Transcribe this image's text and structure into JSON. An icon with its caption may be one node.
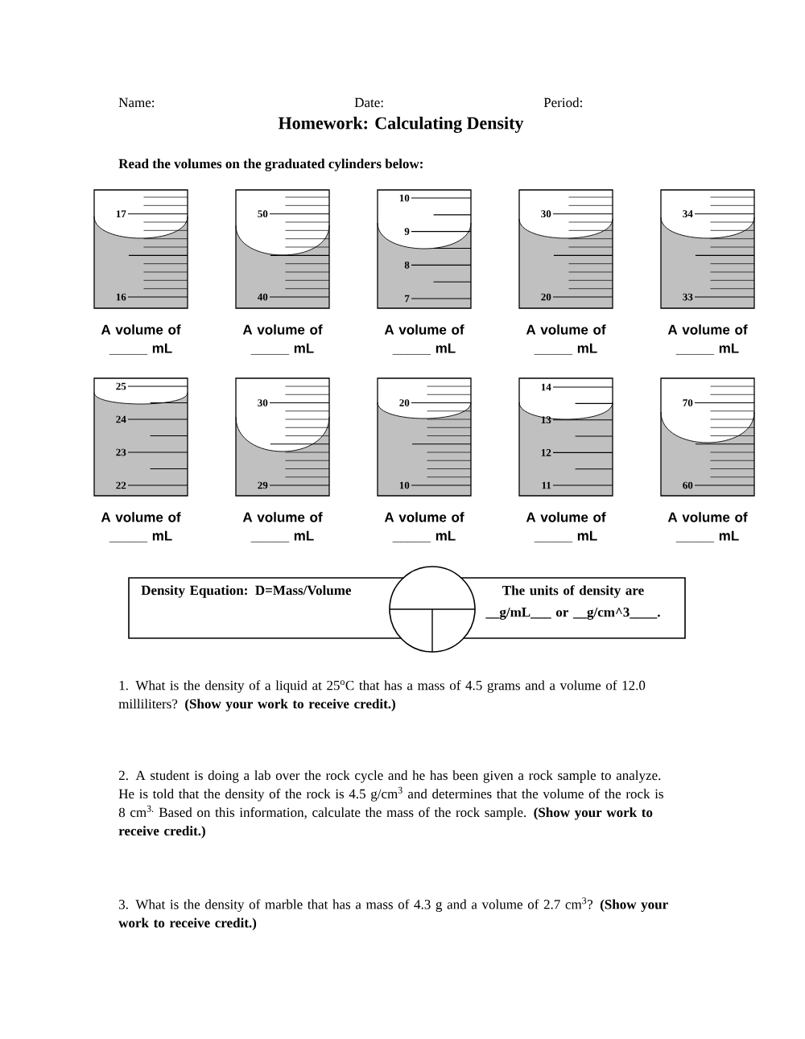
{
  "diagram": {
    "title": "Homework: Calculating Density",
    "nodes": [
      {
        "text": [
          "17",
          "16"
        ],
        "beside": [
          "A volume of _____ mL"
        ]
      },
      {
        "text": [
          "50",
          "40"
        ],
        "beside": [
          "A volume of _____ mL"
        ]
      },
      {
        "text": [
          "10",
          "9",
          "8",
          "7"
        ],
        "beside": [
          "A volume of _____ mL"
        ]
      },
      {
        "text": [
          "30",
          "20"
        ],
        "beside": [
          "A volume of _____ mL"
        ]
      },
      {
        "text": [
          "34",
          "33"
        ],
        "beside": [
          "A volume of _____ mL"
        ]
      },
      {
        "text": [
          "25",
          "24",
          "23",
          "22"
        ],
        "beside": [
          "A volume of _____ mL"
        ]
      },
      {
        "text": [
          "30",
          "29"
        ],
        "beside": [
          "A volume of _____ mL"
        ]
      },
      {
        "text": [
          "20",
          "10"
        ],
        "beside": [
          "A volume of _____ mL"
        ]
      },
      {
        "text": [
          "14",
          "13",
          "12",
          "11"
        ],
        "beside": [
          "A volume of _____ mL"
        ]
      },
      {
        "text": [
          "70",
          "60"
        ],
        "beside": [
          "A volume of _____ mL"
        ]
      },
      {
        "text": [
          "Density Equation:  D=Mass/Volume",
          "The units of density are __g/mL___ or __g/cm^3____."
        ]
      },
      {
        "text": [],
        "shape": "circle"
      }
    ],
    "labels": [
      "Name:",
      "Date:",
      "Period:",
      "Read the volumes on the graduated cylinders below:",
      "1.  What is the density of a liquid at 25$^{o}$C that has a mass of 4.5 grams and a volume of 12.0 milliliters? **(Show your work to receive credit.)**",
      "2.  A student is doing a lab over the rock cycle and he has been given a rock sample to analyze.  He is told that the density of the rock is 4.5 g/cm$^{3}$ and determines that the volume of the rock is 8 cm$^{3.}$ Based on this information, calculate the mass of the rock sample. **(Show your work to receive credit.)**",
      "3. What is the density of marble that has a mass of 4.3 g and a volume of 2.7 cm$^{3}$? **(Show your work to receive credit.)**"
    ]
  }
}
